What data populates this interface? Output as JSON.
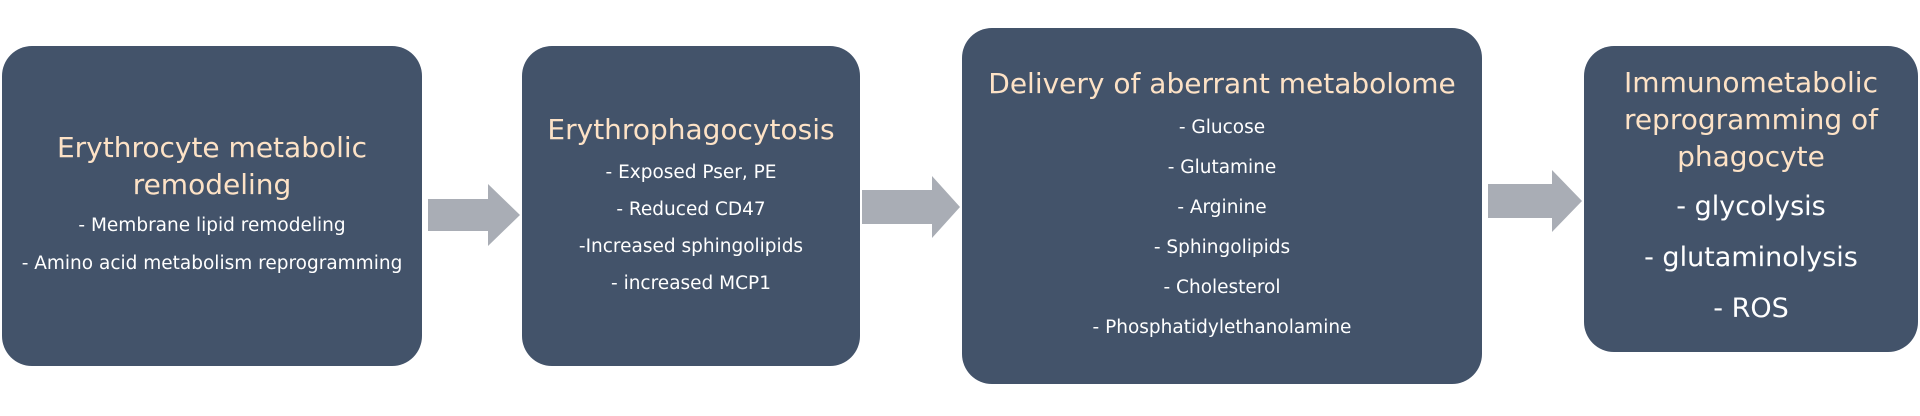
{
  "diagram": {
    "boxes": [
      {
        "title": "Erythrocyte metabolic remodeling",
        "items": [
          "- Membrane lipid remodeling",
          "- Amino acid metabolism reprogramming"
        ]
      },
      {
        "title": "Erythrophagocytosis",
        "items": [
          "- Exposed Pser, PE",
          "- Reduced CD47",
          "-Increased sphingolipids",
          "- increased MCP1"
        ]
      },
      {
        "title": "Delivery of aberrant metabolome",
        "items": [
          "- Glucose",
          "- Glutamine",
          "- Arginine",
          "- Sphingolipids",
          "- Cholesterol",
          "- Phosphatidylethanolamine"
        ]
      },
      {
        "title": "Immunometabolic reprogramming of phagocyte",
        "items": [
          "- glycolysis",
          "- glutaminolysis",
          "- ROS"
        ]
      }
    ],
    "colors": {
      "box_fill": "#43536a",
      "title_text": "#fde2c6",
      "item_text": "#ffffff",
      "arrow_fill": "#a9adb5"
    }
  }
}
